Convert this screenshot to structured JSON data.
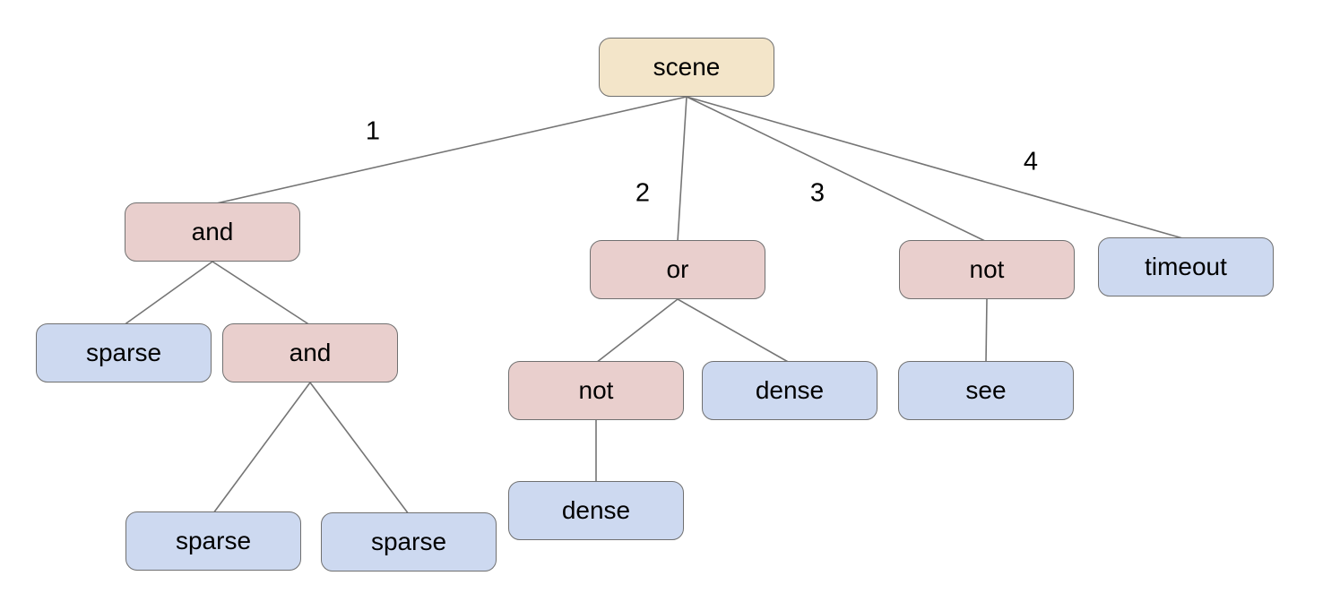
{
  "diagram": {
    "type": "tree",
    "colors": {
      "canvas_bg": "#ffffff",
      "root_fill": "#f3e5c9",
      "operator_fill": "#e9cfcd",
      "leaf_fill": "#cdd9f0",
      "node_border": "#707070",
      "edge_line": "#757575",
      "text": "#000000"
    },
    "nodes": [
      {
        "id": "scene",
        "label": "scene",
        "role": "root"
      },
      {
        "id": "and-1",
        "label": "and",
        "role": "operator"
      },
      {
        "id": "or-1",
        "label": "or",
        "role": "operator"
      },
      {
        "id": "not-1",
        "label": "not",
        "role": "operator"
      },
      {
        "id": "timeout-1",
        "label": "timeout",
        "role": "leaf"
      },
      {
        "id": "sparse-1",
        "label": "sparse",
        "role": "leaf"
      },
      {
        "id": "and-2",
        "label": "and",
        "role": "operator"
      },
      {
        "id": "not-2",
        "label": "not",
        "role": "operator"
      },
      {
        "id": "dense-1",
        "label": "dense",
        "role": "leaf"
      },
      {
        "id": "see-1",
        "label": "see",
        "role": "leaf"
      },
      {
        "id": "sparse-2",
        "label": "sparse",
        "role": "leaf"
      },
      {
        "id": "sparse-3",
        "label": "sparse",
        "role": "leaf"
      },
      {
        "id": "dense-2",
        "label": "dense",
        "role": "leaf"
      }
    ],
    "edges": [
      {
        "from": "scene",
        "to": "and-1",
        "label": "1"
      },
      {
        "from": "scene",
        "to": "or-1",
        "label": "2"
      },
      {
        "from": "scene",
        "to": "not-1",
        "label": "3"
      },
      {
        "from": "scene",
        "to": "timeout-1",
        "label": "4"
      },
      {
        "from": "and-1",
        "to": "sparse-1",
        "label": ""
      },
      {
        "from": "and-1",
        "to": "and-2",
        "label": ""
      },
      {
        "from": "and-2",
        "to": "sparse-2",
        "label": ""
      },
      {
        "from": "and-2",
        "to": "sparse-3",
        "label": ""
      },
      {
        "from": "or-1",
        "to": "not-2",
        "label": ""
      },
      {
        "from": "or-1",
        "to": "dense-1",
        "label": ""
      },
      {
        "from": "not-2",
        "to": "dense-2",
        "label": ""
      },
      {
        "from": "not-1",
        "to": "see-1",
        "label": ""
      }
    ]
  }
}
